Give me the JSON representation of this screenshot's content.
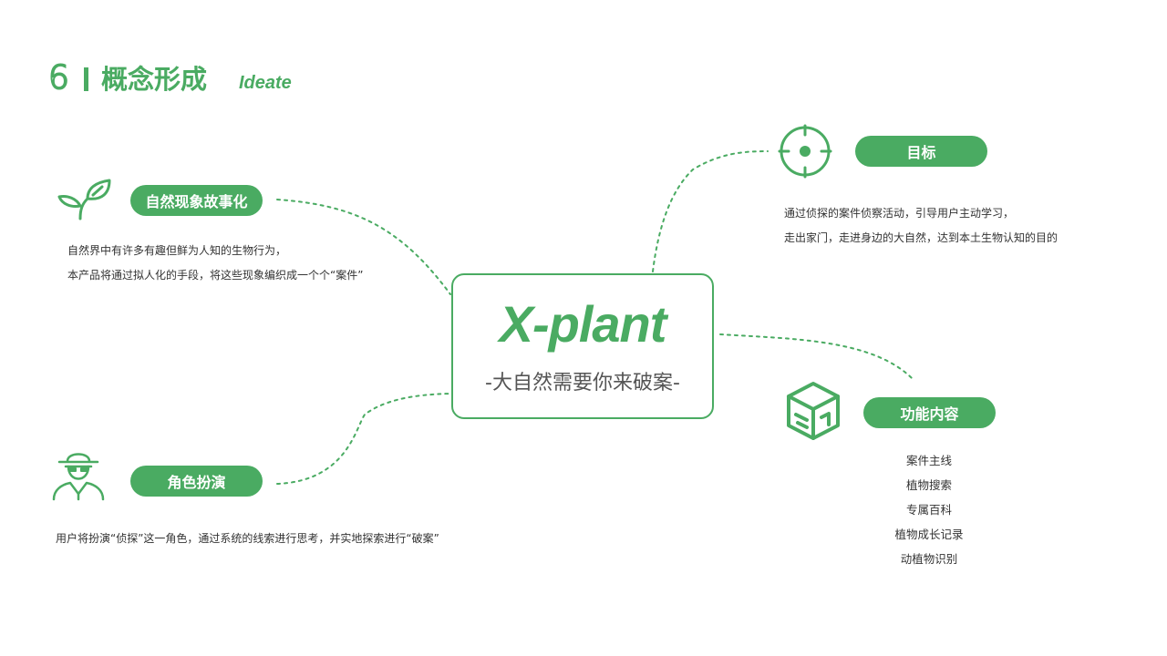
{
  "header": {
    "number": "6",
    "title": "概念形成",
    "subtitle": "Ideate"
  },
  "center": {
    "brand": "X-plant",
    "tagline": "-大自然需要你来破案-"
  },
  "nodes": {
    "story": {
      "label": "自然现象故事化",
      "icon": "sprout-icon",
      "desc": [
        "自然界中有许多有趣但鲜为人知的生物行为，",
        "本产品将通过拟人化的手段，将这些现象编织成一个个“案件”"
      ]
    },
    "role": {
      "label": "角色扮演",
      "icon": "detective-icon",
      "desc": [
        "用户将扮演“侦探”这一角色，通过系统的线索进行思考，并实地探索进行“破案”"
      ]
    },
    "goal": {
      "label": "目标",
      "icon": "target-icon",
      "desc": [
        "通过侦探的案件侦察活动，引导用户主动学习，",
        "走出家门，走进身边的大自然，达到本土生物认知的目的"
      ]
    },
    "features": {
      "label": "功能内容",
      "icon": "cube-icon",
      "items": [
        "案件主线",
        "植物搜索",
        "专属百科",
        "植物成长记录",
        "动植物识别"
      ]
    }
  },
  "colors": {
    "accent": "#4aab62",
    "text": "#333333"
  }
}
